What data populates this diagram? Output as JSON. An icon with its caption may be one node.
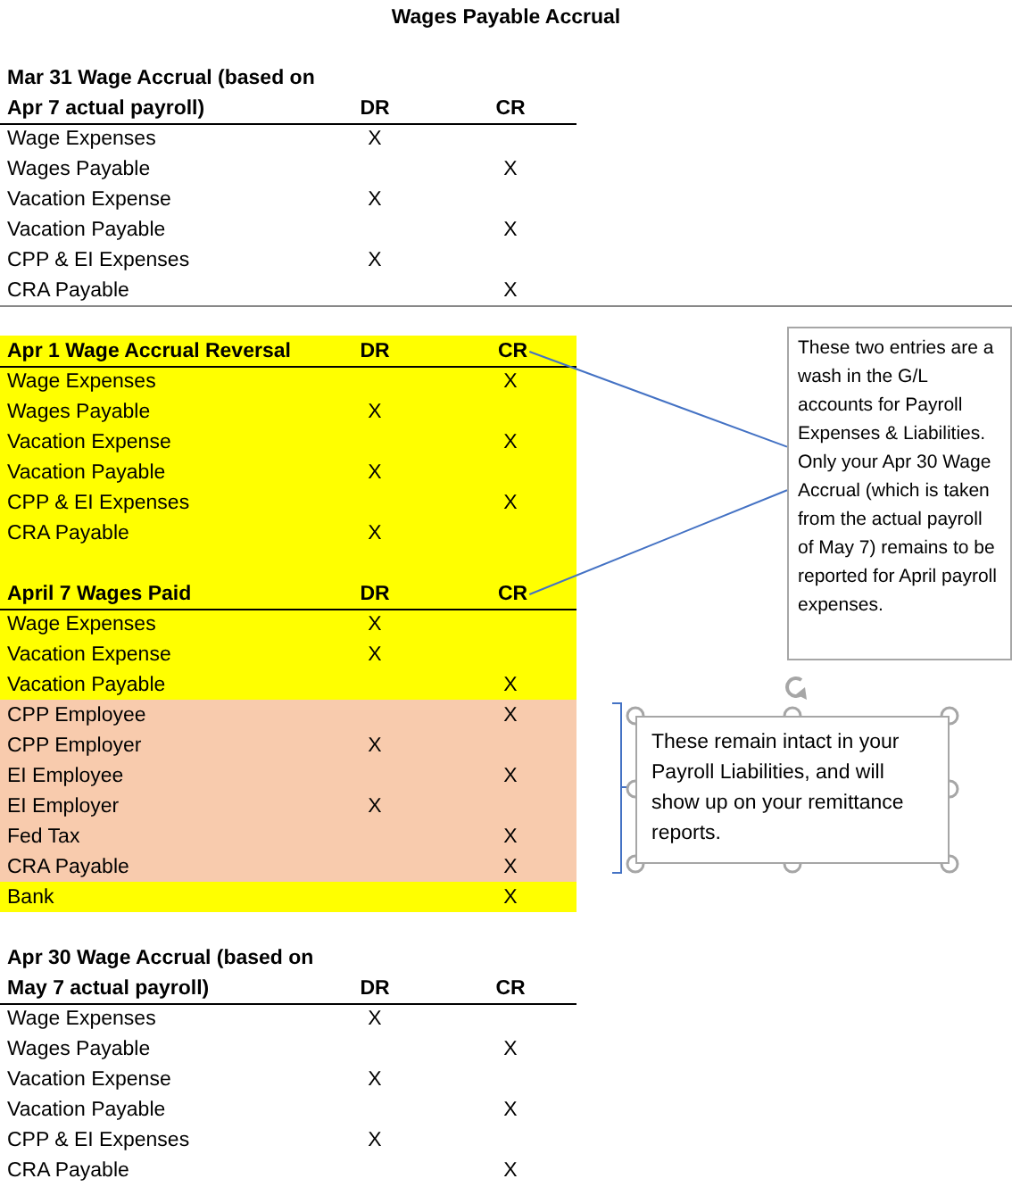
{
  "diagram": {
    "title": "Wages Payable Accrual",
    "nodes": [
      {
        "text": [
          "These two entries are a wash in the G/L accounts for Payroll Expenses & Liabilities.  Only your Apr 30 Wage Accrual (which is taken from the actual payroll of May 7) remains to be reported for April payroll expenses."
        ]
      },
      {
        "text": [
          "These remain intact in your Payroll Liabilities, and will show up on your remittance reports."
        ]
      },
      {
        "text": [
          "CR"
        ]
      },
      {
        "text": [
          "CR"
        ]
      }
    ],
    "edges": [
      {
        "from": 0,
        "to": 2,
        "arrow": "none"
      },
      {
        "from": 0,
        "to": 3,
        "arrow": "none"
      }
    ],
    "labels": [
      "Mar 31 Wage Accrual (based on",
      "Apr 7 actual payroll)",
      "DR",
      "CR",
      "Wage Expenses",
      "X",
      "Wages Payable",
      "X",
      "Vacation Expense",
      "X",
      "Vacation Payable",
      "X",
      "CPP & EI Expenses",
      "X",
      "CRA Payable",
      "X",
      "Apr 1 Wage Accrual Reversal",
      "DR",
      "Wage Expenses",
      "X",
      "Wages Payable",
      "X",
      "Vacation Expense",
      "X",
      "Vacation Payable",
      "X",
      "CPP & EI Expenses",
      "X",
      "CRA Payable",
      "X",
      "April 7 Wages Paid",
      "DR",
      "Wage Expenses",
      "X",
      "Vacation Expense",
      "X",
      "Vacation Payable",
      "X",
      "CPP Employee",
      "X",
      "CPP Employer",
      "X",
      "EI Employee",
      "X",
      "EI Employer",
      "X",
      "Fed Tax",
      "X",
      "CRA Payable",
      "X",
      "Bank",
      "X",
      "Apr 30 Wage Accrual (based on",
      "May 7 actual payroll)",
      "DR",
      "CR",
      "Wage Expenses",
      "X",
      "Wages Payable",
      "X",
      "Vacation Expense",
      "X",
      "Vacation Payable",
      "X",
      "CPP & EI Expenses",
      "X",
      "CRA Payable",
      "X"
    ]
  }
}
